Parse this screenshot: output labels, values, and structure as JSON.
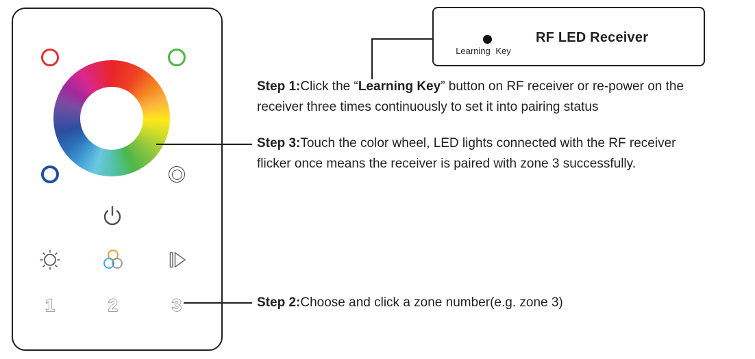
{
  "panel": {
    "color_buttons": [
      {
        "name": "red-color-button",
        "color": "#DA342E"
      },
      {
        "name": "green-color-button",
        "color": "#4CB748"
      },
      {
        "name": "blue-color-button",
        "color": "#1F4FA0"
      },
      {
        "name": "white-color-button",
        "color": "#414042"
      }
    ],
    "icons": [
      {
        "name": "power-icon"
      },
      {
        "name": "brightness-icon"
      },
      {
        "name": "rgb-mode-icon"
      },
      {
        "name": "play-pause-icon"
      }
    ],
    "zone_buttons": [
      "1",
      "2",
      "3"
    ],
    "wheel_colors": [
      "#E8252A",
      "#F58220",
      "#FFE81A",
      "#8CC63F",
      "#4DB748",
      "#52C2AB",
      "#3F99D4",
      "#2A4D9E",
      "#7C4BA0",
      "#A3279B",
      "#D9278F"
    ]
  },
  "receiver": {
    "title": "RF LED Receiver",
    "learning_key_label": "Learning Key"
  },
  "steps": {
    "step1": {
      "label": "Step 1:",
      "pre": "Click the “",
      "key_name": "Learning Key",
      "line1_rest": "” button on RF receiver or re-power on the",
      "line2": "receiver three times continuously to set it into pairing status"
    },
    "step2": {
      "label": "Step 2:",
      "text": "Choose and click a zone number(e.g. zone 3)"
    },
    "step3": {
      "label": "Step 3:",
      "line1": "Touch the color wheel, LED lights connected with the RF receiver",
      "line2": "flicker once means the receiver is paired with zone 3 successfully."
    }
  }
}
